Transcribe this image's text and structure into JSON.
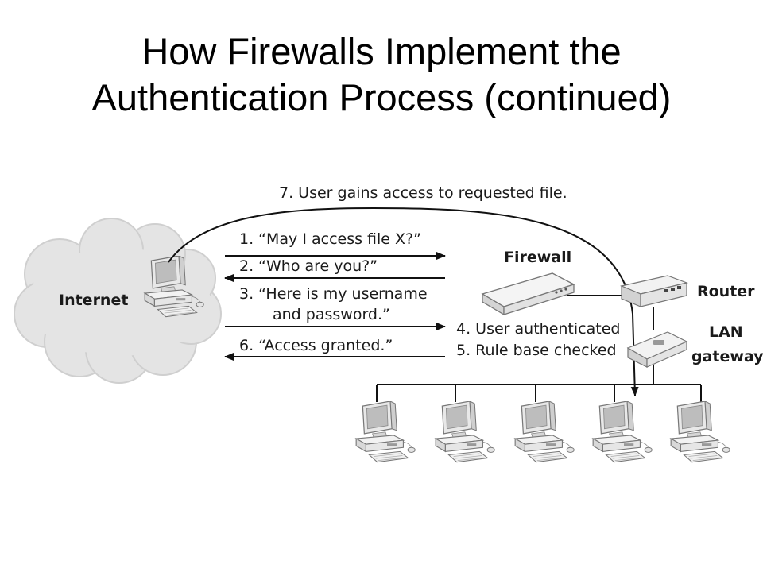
{
  "title_line1": "How Firewalls Implement the",
  "title_line2": "Authentication Process (continued)",
  "labels": {
    "internet": "Internet",
    "firewall": "Firewall",
    "router": "Router",
    "lan_line1": "LAN",
    "lan_line2": "gateway"
  },
  "steps": {
    "s1": "1. “May I access file X?”",
    "s2": "2. “Who are you?”",
    "s3a": "3. “Here is my username",
    "s3b": "and password.”",
    "s4": "4. User authenticated",
    "s5": "5. Rule base checked",
    "s6": "6. “Access granted.”",
    "s7": "7. User gains access to requested file."
  }
}
